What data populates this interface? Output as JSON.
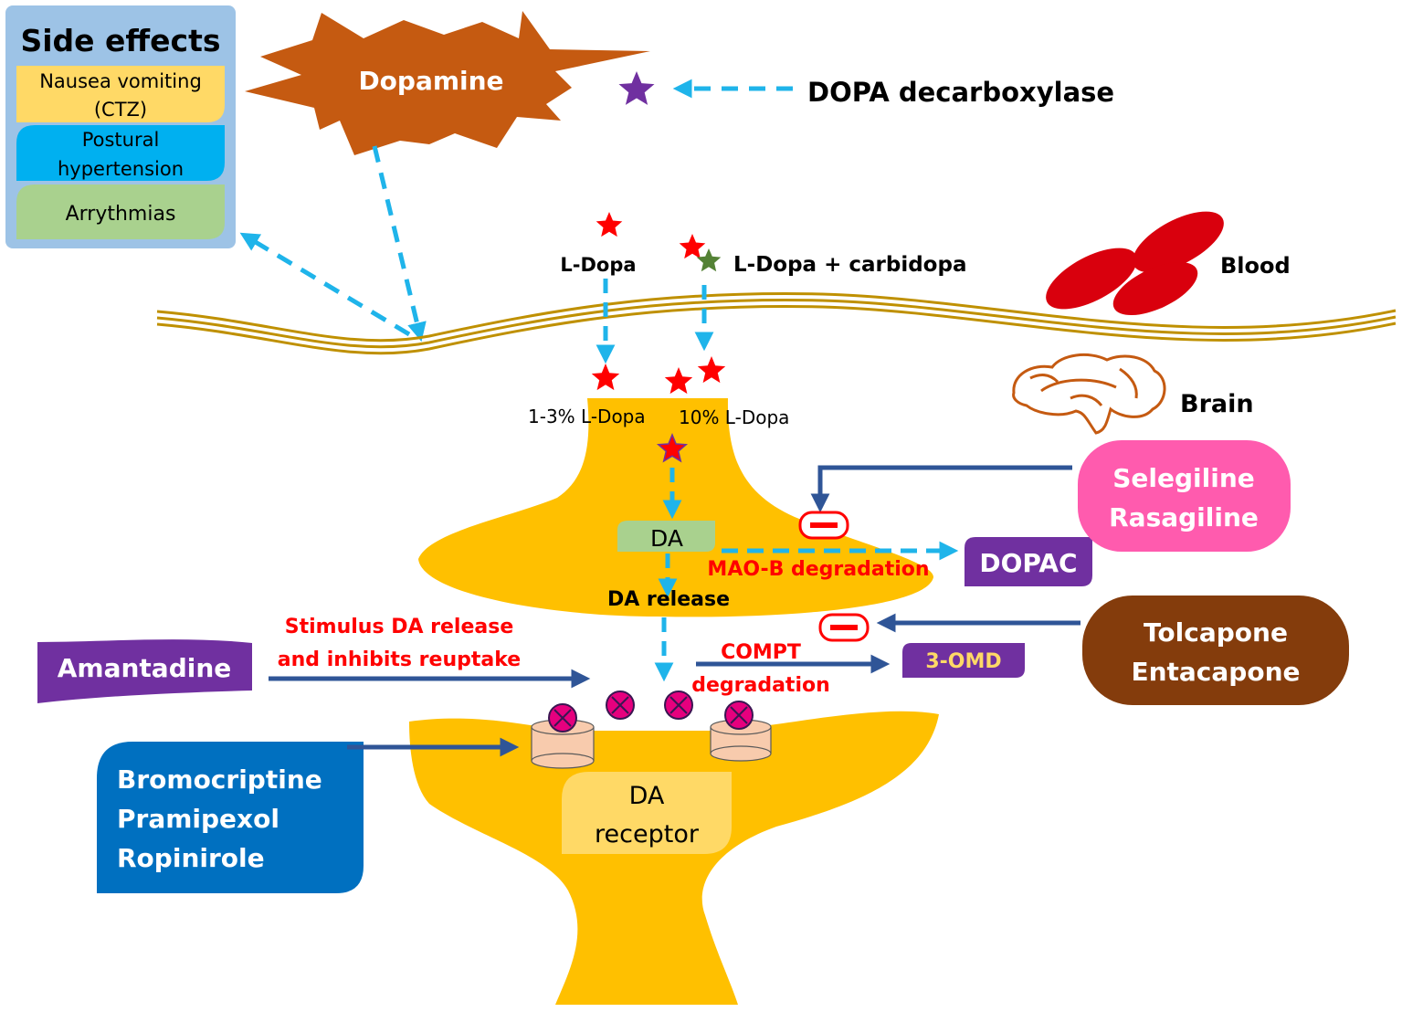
{
  "side_effects": {
    "title": "Side effects",
    "items": [
      {
        "line1": "Nausea vomiting",
        "line2": "(CTZ)",
        "color": "#FFD966"
      },
      {
        "line1": "Postural",
        "line2": "hypertension",
        "color": "#00B0F0"
      },
      {
        "line1": "Arrythmias",
        "color": "#A9D18E"
      }
    ]
  },
  "dopamine": {
    "label": "Dopamine",
    "color": "#C55A11"
  },
  "dopa_decarboxylase": "DOPA decarboxylase",
  "ldopa_label": "L-Dopa",
  "ldopa_carbidopa_label": "L-Dopa + carbidopa",
  "blood_label": "Blood",
  "brain_label": "Brain",
  "percent_1_3": {
    "pct": "1-3%",
    "name": " L-Dopa"
  },
  "percent_10": {
    "pct": "10%",
    "name": " L-Dopa"
  },
  "da_label": "DA",
  "da_release_label": "DA release",
  "mao_b_label": "MAO-B degradation",
  "dopac_label": "DOPAC",
  "selegiline": {
    "line1": "Selegiline",
    "line2": "Rasagiline",
    "color": "#FF5BAE"
  },
  "tolcapone": {
    "line1": "Tolcapone",
    "line2": "Entacapone",
    "color": "#843C0C"
  },
  "omd_label": "3-OMD",
  "compt": {
    "line1": "COMPT",
    "line2": "degradation"
  },
  "amantadine_label": "Amantadine",
  "stimulus": {
    "line1": "Stimulus DA release",
    "line2": "and inhibits reuptake"
  },
  "agonists": {
    "line1": "Bromocriptine",
    "line2": "Pramipexol",
    "line3": "Ropinirole",
    "color": "#0070C0"
  },
  "da_receptor": {
    "line1": "DA",
    "line2": "receptor"
  },
  "colors": {
    "neuron": "#FFC000",
    "arrow_dashed": "#1FB4EA",
    "arrow_solid": "#2F5597",
    "red_text": "#FF0000",
    "purple": "#7030A0",
    "membrane": "#BF9000",
    "blood": "#D9000D"
  }
}
